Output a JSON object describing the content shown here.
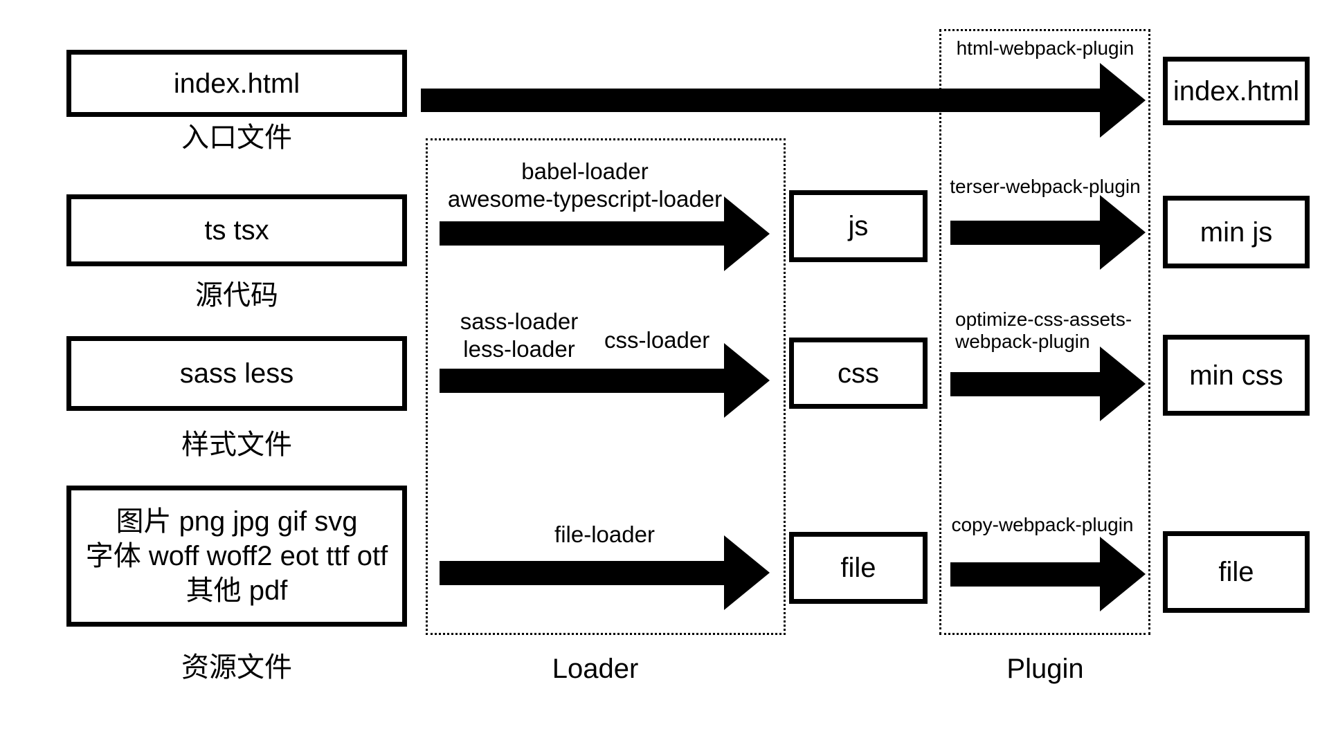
{
  "sources": {
    "entry": {
      "title": "index.html",
      "caption": "入口文件"
    },
    "code": {
      "title": "ts tsx",
      "caption": "源代码"
    },
    "style": {
      "title": "sass less",
      "caption": "样式文件"
    },
    "assets": {
      "line1": "图片 png jpg gif svg",
      "line2": "字体 woff woff2 eot ttf otf",
      "line3": "其他 pdf",
      "caption": "资源文件"
    }
  },
  "loader": {
    "section_label": "Loader",
    "js_step": {
      "line1": "babel-loader",
      "line2": "awesome-typescript-loader"
    },
    "css_step": {
      "left_line1": "sass-loader",
      "left_line2": "less-loader",
      "right": "css-loader"
    },
    "file_step": "file-loader"
  },
  "intermediates": {
    "js": "js",
    "css": "css",
    "file": "file"
  },
  "plugin": {
    "section_label": "Plugin",
    "html_step": "html-webpack-plugin",
    "js_step": "terser-webpack-plugin",
    "css_step": {
      "line1": "optimize-css-assets-",
      "line2": "webpack-plugin"
    },
    "file_step": "copy-webpack-plugin"
  },
  "outputs": {
    "html": "index.html",
    "js": "min js",
    "css": "min css",
    "file": "file"
  },
  "colors": {
    "ink": "#000000",
    "paper": "#ffffff"
  }
}
